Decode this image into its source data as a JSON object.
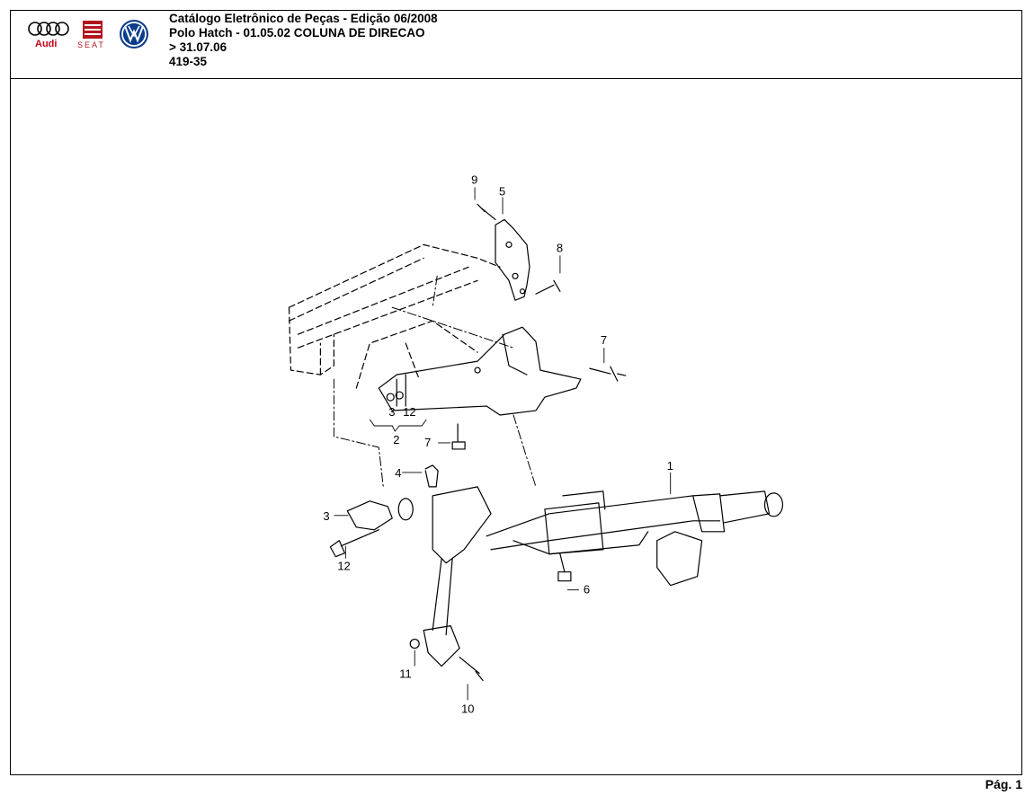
{
  "header": {
    "brands": [
      "Audi",
      "SEAT",
      "VW"
    ],
    "title_line1": "Catálogo Eletrônico de Peças - Edição 06/2008",
    "title_line2": "Polo Hatch - 01.05.02 COLUNA DE DIRECAO",
    "title_line3": "> 31.07.06",
    "title_line4": "419-35"
  },
  "diagram": {
    "callouts": [
      "1",
      "2",
      "3",
      "3",
      "4",
      "5",
      "6",
      "7",
      "7",
      "8",
      "9",
      "10",
      "11",
      "12",
      "12"
    ]
  },
  "footer": {
    "page_label": "Pág. 1"
  }
}
